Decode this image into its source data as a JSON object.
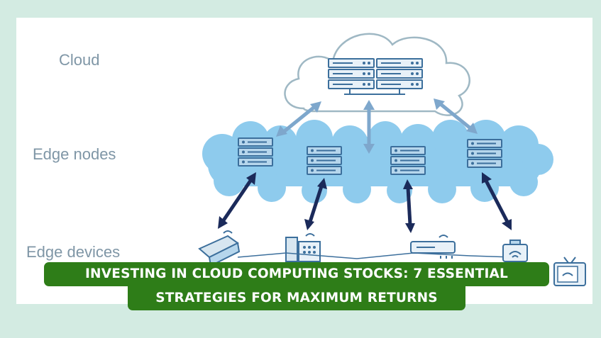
{
  "labels": {
    "cloud": "Cloud",
    "edge_nodes": "Edge nodes",
    "edge_devices": "Edge devices"
  },
  "banner": {
    "line1": "INVESTING IN CLOUD COMPUTING STOCKS: 7 ESSENTIAL",
    "line2": "STRATEGIES FOR MAXIMUM RETURNS"
  },
  "colors": {
    "page_background": "#d3ebe2",
    "cloud_fill": "#ffffff",
    "cloud_outline": "#9fb8c4",
    "edge_cloud_fill": "#8ecbed",
    "server_fill": "#b6d6ec",
    "server_stroke": "#3c6f9c",
    "light_arrow": "#7ea7cc",
    "dark_arrow": "#1b2a5a",
    "label_text": "#7f96a6",
    "banner_fill": "#2e7d18",
    "banner_text": "#ffffff"
  },
  "icons": [
    "server-rack-icon",
    "edge-server-icon",
    "printer-icon",
    "phone-icon",
    "router-icon",
    "camera-icon",
    "tv-icon",
    "wifi-icon"
  ]
}
